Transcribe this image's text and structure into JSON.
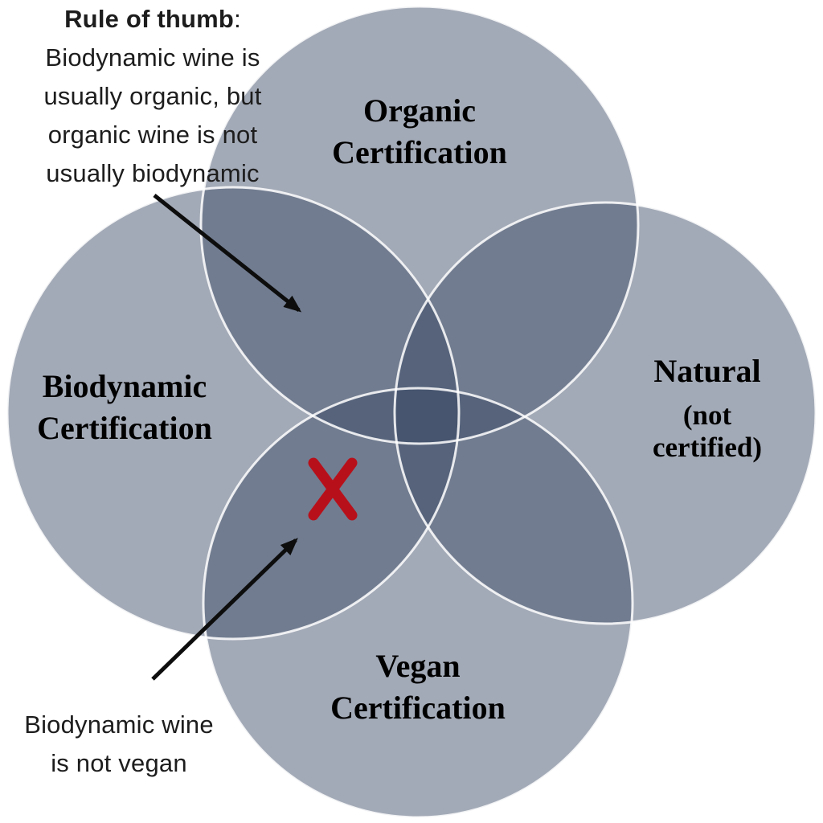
{
  "colors": {
    "circle_fill": "rgba(54,69,97,0.46)",
    "circle_stroke": "rgba(255,255,255,0.85)",
    "arrow": "#0d0d0d",
    "x_mark": "#B8101B"
  },
  "rule_annotation": {
    "title": "Rule of thumb",
    "colon": ":",
    "line1": "Biodynamic wine is",
    "line2": "usually organic, but",
    "line3": "organic wine is not",
    "line4": "usually biodynamic"
  },
  "labels": {
    "organic": {
      "line1": "Organic",
      "line2": "Certification"
    },
    "biodynamic": {
      "line1": "Biodynamic",
      "line2": "Certification"
    },
    "natural": {
      "line1": "Natural",
      "line2": "(not",
      "line3": "certified)"
    },
    "vegan": {
      "line1": "Vegan",
      "line2": "Certification"
    }
  },
  "bottom_annotation": {
    "line1": "Biodynamic wine",
    "line2": "is not vegan"
  }
}
